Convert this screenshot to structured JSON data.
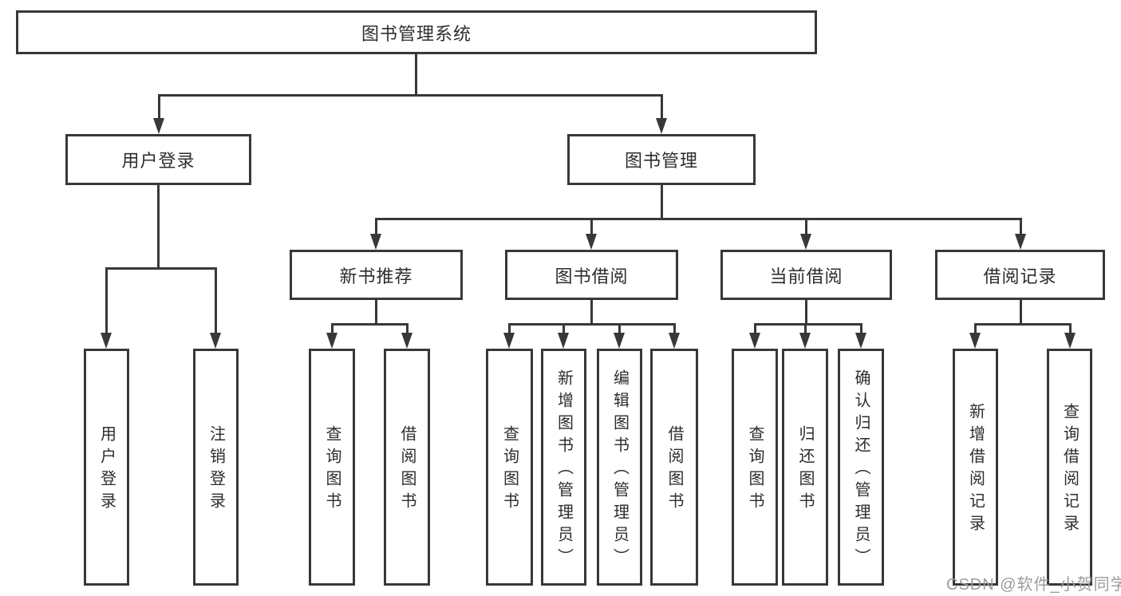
{
  "diagram": {
    "root": {
      "label": "图书管理系统"
    },
    "branches": [
      {
        "label": "用户登录",
        "children": [
          {
            "label": "用户登录"
          },
          {
            "label": "注销登录"
          }
        ]
      },
      {
        "label": "图书管理",
        "children": [
          {
            "label": "新书推荐",
            "children": [
              {
                "label": "查询图书"
              },
              {
                "label": "借阅图书"
              }
            ]
          },
          {
            "label": "图书借阅",
            "children": [
              {
                "label": "查询图书"
              },
              {
                "label": "新增图书（管理员）"
              },
              {
                "label": "编辑图书（管理员）"
              },
              {
                "label": "借阅图书"
              }
            ]
          },
          {
            "label": "当前借阅",
            "children": [
              {
                "label": "查询图书"
              },
              {
                "label": "归还图书"
              },
              {
                "label": "确认归还（管理员）"
              }
            ]
          },
          {
            "label": "借阅记录",
            "children": [
              {
                "label": "新增借阅记录"
              },
              {
                "label": "查询借阅记录"
              }
            ]
          }
        ]
      }
    ]
  },
  "watermark": {
    "text": "CSDN @软件_小贺同学"
  },
  "colors": {
    "line": "#383838",
    "text": "#2d2d2d",
    "watermark": "#9c9c9c",
    "background": "#ffffff"
  }
}
